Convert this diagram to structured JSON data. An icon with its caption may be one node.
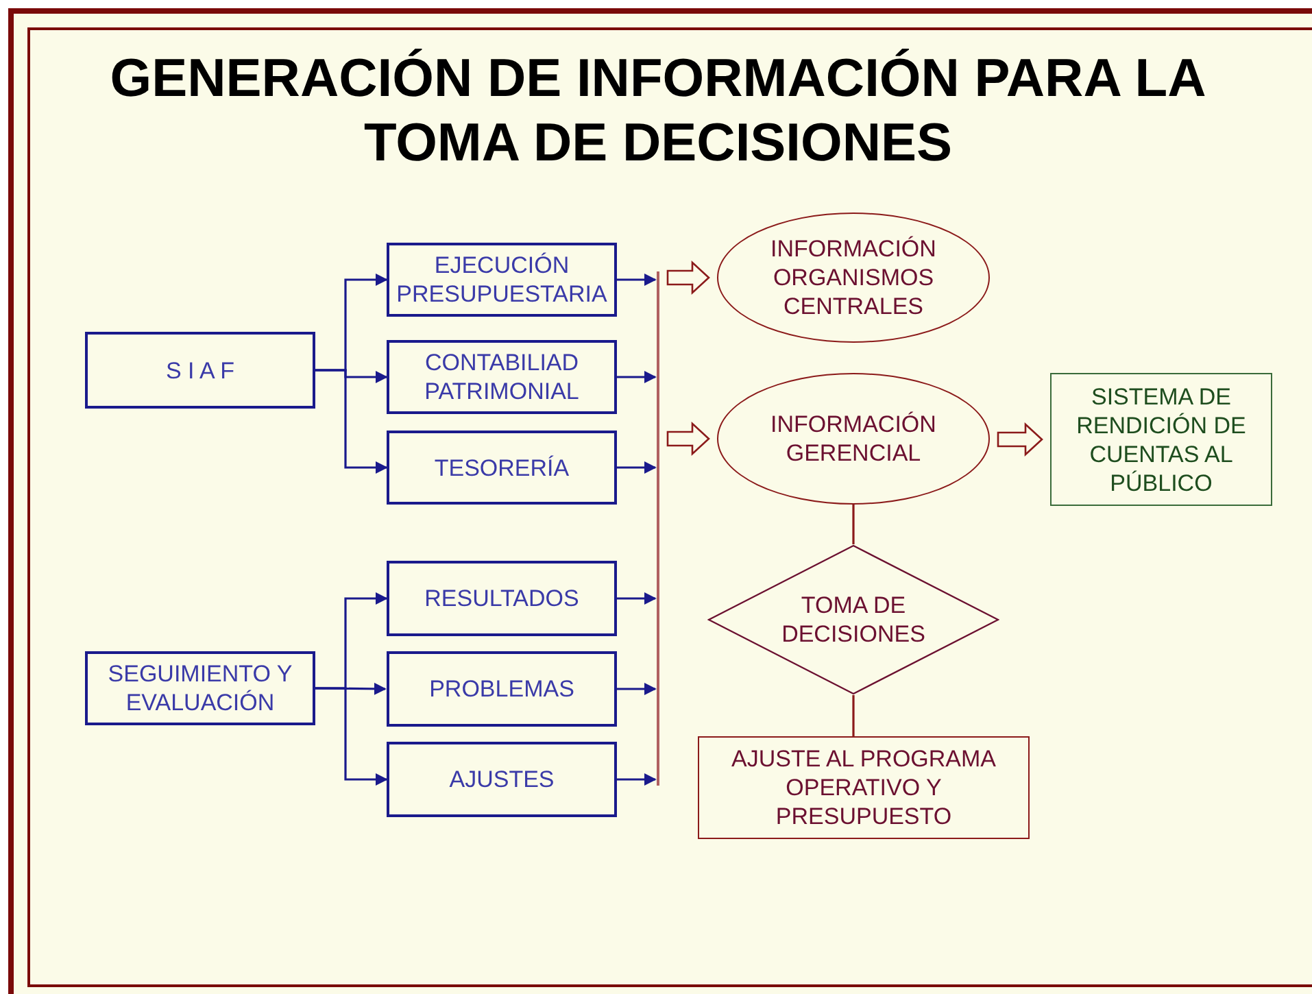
{
  "diagram": {
    "title": "GENERACIÓN DE INFORMACIÓN PARA LA TOMA DE DECISIONES",
    "nodes": [
      {
        "text": [
          "S I A F"
        ]
      },
      {
        "text": [
          "EJECUCIÓN PRESUPUESTARIA"
        ]
      },
      {
        "text": [
          "CONTABILIAD PATRIMONIAL"
        ]
      },
      {
        "text": [
          "TESORERÍA"
        ]
      },
      {
        "text": [
          "SEGUIMIENTO Y EVALUACIÓN"
        ]
      },
      {
        "text": [
          "RESULTADOS"
        ]
      },
      {
        "text": [
          "PROBLEMAS"
        ]
      },
      {
        "text": [
          "AJUSTES"
        ]
      },
      {
        "text": [],
        "shape": "bar"
      },
      {
        "text": [
          "INFORMACIÓN ORGANISMOS CENTRALES"
        ]
      },
      {
        "text": [
          "INFORMACIÓN GERENCIAL"
        ]
      },
      {
        "text": [
          "SISTEMA DE RENDICIÓN DE CUENTAS AL PÚBLICO"
        ]
      },
      {
        "text": [
          "TOMA DE DECISIONES"
        ]
      },
      {
        "text": [
          "AJUSTE AL PROGRAMA OPERATIVO Y PRESUPUESTO"
        ]
      }
    ],
    "edges": [
      {
        "from": 0,
        "to": 1,
        "arrow": "to"
      },
      {
        "from": 0,
        "to": 2,
        "arrow": "to"
      },
      {
        "from": 0,
        "to": 3,
        "arrow": "to"
      },
      {
        "from": 4,
        "to": 5,
        "arrow": "to"
      },
      {
        "from": 4,
        "to": 6,
        "arrow": "to"
      },
      {
        "from": 4,
        "to": 7,
        "arrow": "to"
      },
      {
        "from": 1,
        "to": 8,
        "arrow": "to"
      },
      {
        "from": 2,
        "to": 8,
        "arrow": "to"
      },
      {
        "from": 3,
        "to": 8,
        "arrow": "to"
      },
      {
        "from": 5,
        "to": 8,
        "arrow": "to"
      },
      {
        "from": 6,
        "to": 8,
        "arrow": "to"
      },
      {
        "from": 7,
        "to": 8,
        "arrow": "to"
      },
      {
        "from": 8,
        "to": 9,
        "arrow": "to",
        "style": "thick",
        "color": "#8b1a1a"
      },
      {
        "from": 8,
        "to": 10,
        "arrow": "to",
        "style": "thick",
        "color": "#8b1a1a"
      },
      {
        "from": 10,
        "to": 11,
        "arrow": "to",
        "style": "thick",
        "color": "#8b1a1a"
      },
      {
        "from": 10,
        "to": 12,
        "arrow": "none",
        "color": "#8b1a1a"
      },
      {
        "from": 12,
        "to": 13,
        "arrow": "none",
        "color": "#8b1a1a"
      }
    ]
  }
}
